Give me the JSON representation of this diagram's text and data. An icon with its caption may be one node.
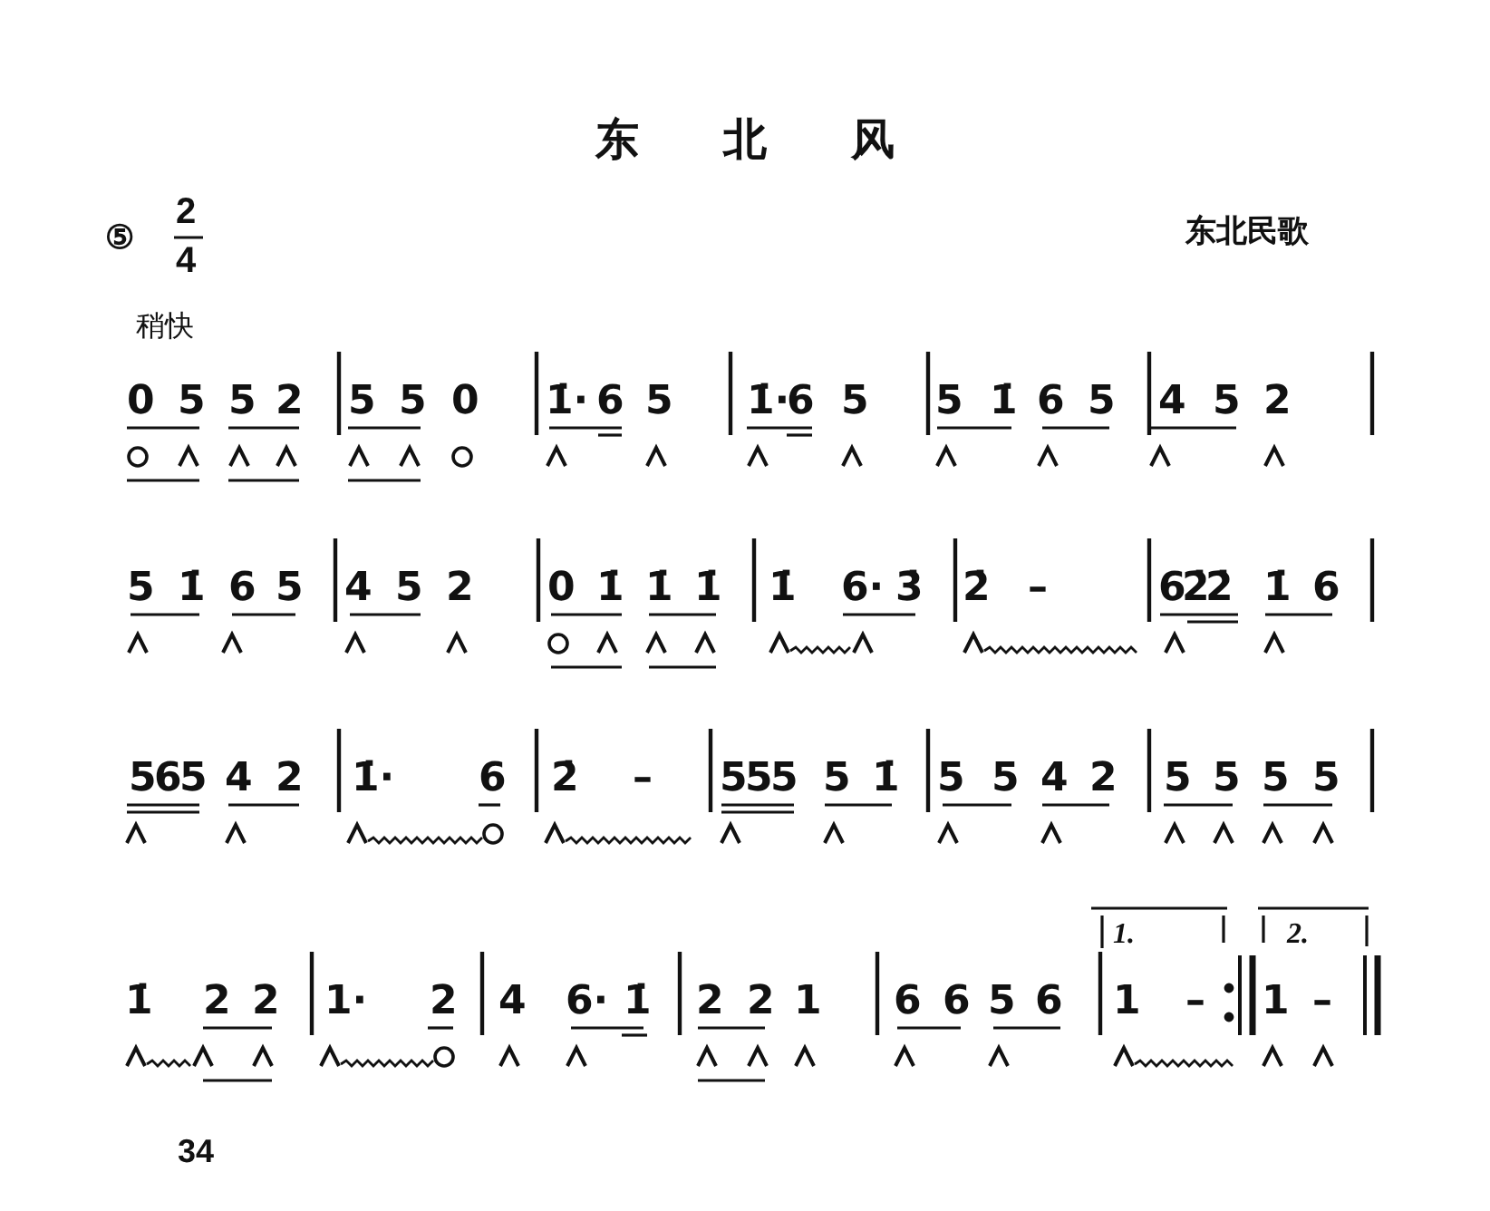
{
  "diagram": {
    "title": "东 北 风",
    "labels": [
      "⑤",
      "2",
      "4",
      "东北民歌",
      "稍快",
      "0",
      "5",
      "5",
      "2",
      "5",
      "5",
      "0",
      "1̇·",
      "6",
      "5",
      "1̇·",
      "6",
      "5",
      "5",
      "1̇",
      "6",
      "5",
      "4",
      "5",
      "2",
      "5",
      "1̇",
      "6",
      "5",
      "4",
      "5",
      "2",
      "0",
      "1̇",
      "1̇",
      "1̇",
      "1̇",
      "6·",
      "3̇",
      "2̇",
      "–",
      "6",
      "2̇",
      "2̇",
      "1̇",
      "6",
      "5",
      "6",
      "5",
      "4",
      "2",
      "1̇·",
      "6",
      "2̇",
      "–",
      "5",
      "5",
      "5",
      "5",
      "1̇",
      "5",
      "5",
      "4",
      "2",
      "5",
      "5",
      "5",
      "5",
      "1.",
      "2.",
      "1̇",
      "2",
      "2",
      "1·",
      "2",
      "4",
      "6·",
      "1̇",
      "2",
      "2",
      "1",
      "6",
      "6",
      "5",
      "6",
      "1",
      "–",
      "1",
      "–",
      "34"
    ]
  }
}
